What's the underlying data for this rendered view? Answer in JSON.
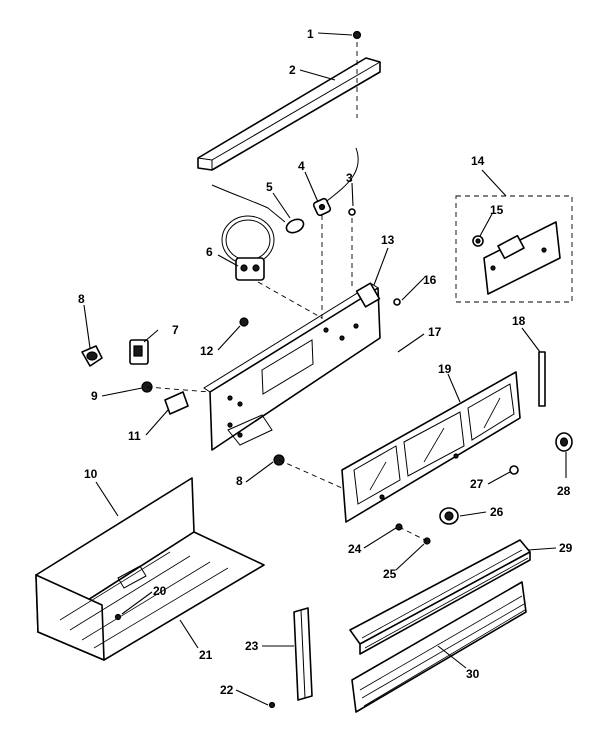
{
  "diagram": {
    "callouts": [
      {
        "id": "c1",
        "label": "1"
      },
      {
        "id": "c2",
        "label": "2"
      },
      {
        "id": "c3",
        "label": "3"
      },
      {
        "id": "c4",
        "label": "4"
      },
      {
        "id": "c5",
        "label": "5"
      },
      {
        "id": "c6",
        "label": "6"
      },
      {
        "id": "c7",
        "label": "7"
      },
      {
        "id": "c8a",
        "label": "8"
      },
      {
        "id": "c8b",
        "label": "8"
      },
      {
        "id": "c9",
        "label": "9"
      },
      {
        "id": "c10",
        "label": "10"
      },
      {
        "id": "c11",
        "label": "11"
      },
      {
        "id": "c12",
        "label": "12"
      },
      {
        "id": "c13",
        "label": "13"
      },
      {
        "id": "c14",
        "label": "14"
      },
      {
        "id": "c15",
        "label": "15"
      },
      {
        "id": "c16",
        "label": "16"
      },
      {
        "id": "c17",
        "label": "17"
      },
      {
        "id": "c18",
        "label": "18"
      },
      {
        "id": "c19",
        "label": "19"
      },
      {
        "id": "c20",
        "label": "20"
      },
      {
        "id": "c21",
        "label": "21"
      },
      {
        "id": "c22",
        "label": "22"
      },
      {
        "id": "c23",
        "label": "23"
      },
      {
        "id": "c24",
        "label": "24"
      },
      {
        "id": "c25",
        "label": "25"
      },
      {
        "id": "c26",
        "label": "26"
      },
      {
        "id": "c27",
        "label": "27"
      },
      {
        "id": "c28",
        "label": "28"
      },
      {
        "id": "c29",
        "label": "29"
      },
      {
        "id": "c30",
        "label": "30"
      }
    ]
  }
}
